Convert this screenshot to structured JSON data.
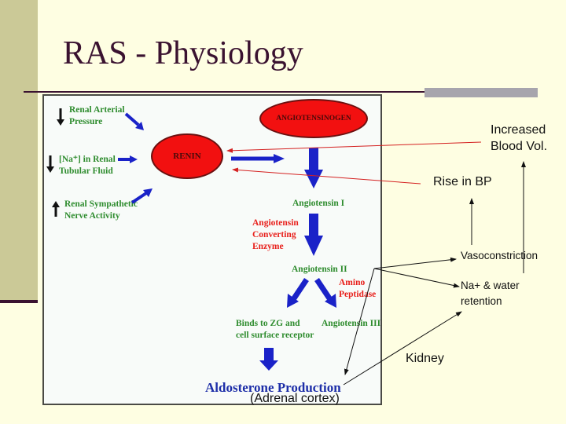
{
  "slide": {
    "title": "RAS - Physiology",
    "colors": {
      "background": "#fefee2",
      "sidebar": "#cbc997",
      "title": "#3a1230",
      "ellipse_fill": "#f21010",
      "pathway_arrow": "#1a22c8",
      "green_text": "#2e8c2e",
      "red_text": "#e8201c",
      "annotation_line": "#d42020"
    }
  },
  "diagram": {
    "stimuli": [
      {
        "direction": "down",
        "line1": "Renal Arterial",
        "line2": "Pressure"
      },
      {
        "direction": "down",
        "line1": "[Na⁺] in Renal",
        "line2": "Tubular Fluid"
      },
      {
        "direction": "up",
        "line1": "Renal Sympathetic",
        "line2": "Nerve Activity"
      }
    ],
    "renin": "RENIN",
    "angiotensinogen": "ANGIOTENSINOGEN",
    "angiotensin_1": "Angiotensin I",
    "ace": [
      "Angiotensin",
      "Converting",
      "Enzyme"
    ],
    "angiotensin_2": "Angiotensin II",
    "amino_peptidase": [
      "Amino",
      "Peptidase"
    ],
    "binds": [
      "Binds to ZG and",
      "cell surface receptor"
    ],
    "angiotensin_3": "Angiotensin III",
    "aldosterone": "Aldosterone Production",
    "adrenal": "(Adrenal cortex)"
  },
  "annotations": {
    "increased_blood_vol": [
      "Increased",
      "Blood Vol."
    ],
    "rise_in_bp": "Rise in BP",
    "vasoconstriction": "Vasoconstriction",
    "na_water": [
      "Na+ & water",
      "retention"
    ],
    "kidney": "Kidney"
  }
}
